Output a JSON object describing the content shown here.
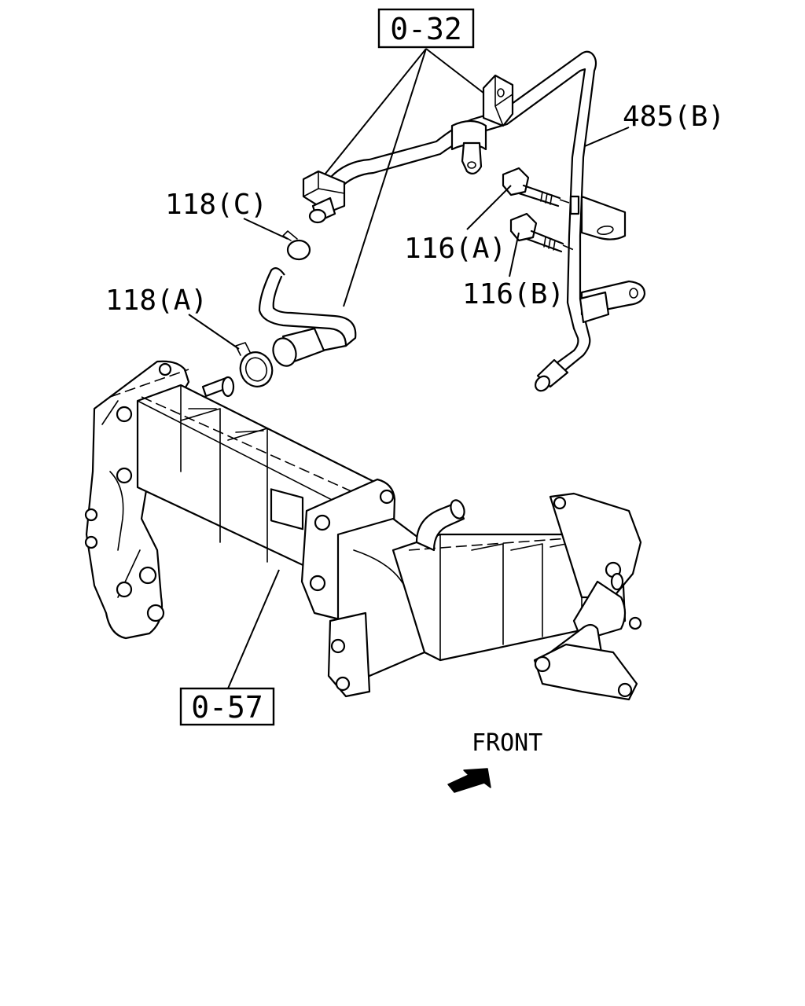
{
  "callouts": {
    "ref_top": "0-32",
    "ref_bottom": "0-57",
    "hose_b": "485(B)",
    "clamp_c": "118(C)",
    "clamp_a": "118(A)",
    "bolt_a": "116(A)",
    "bolt_b": "116(B)"
  },
  "orientation": {
    "front_label": "FRONT",
    "arrow_icon": "front-arrow-icon"
  }
}
